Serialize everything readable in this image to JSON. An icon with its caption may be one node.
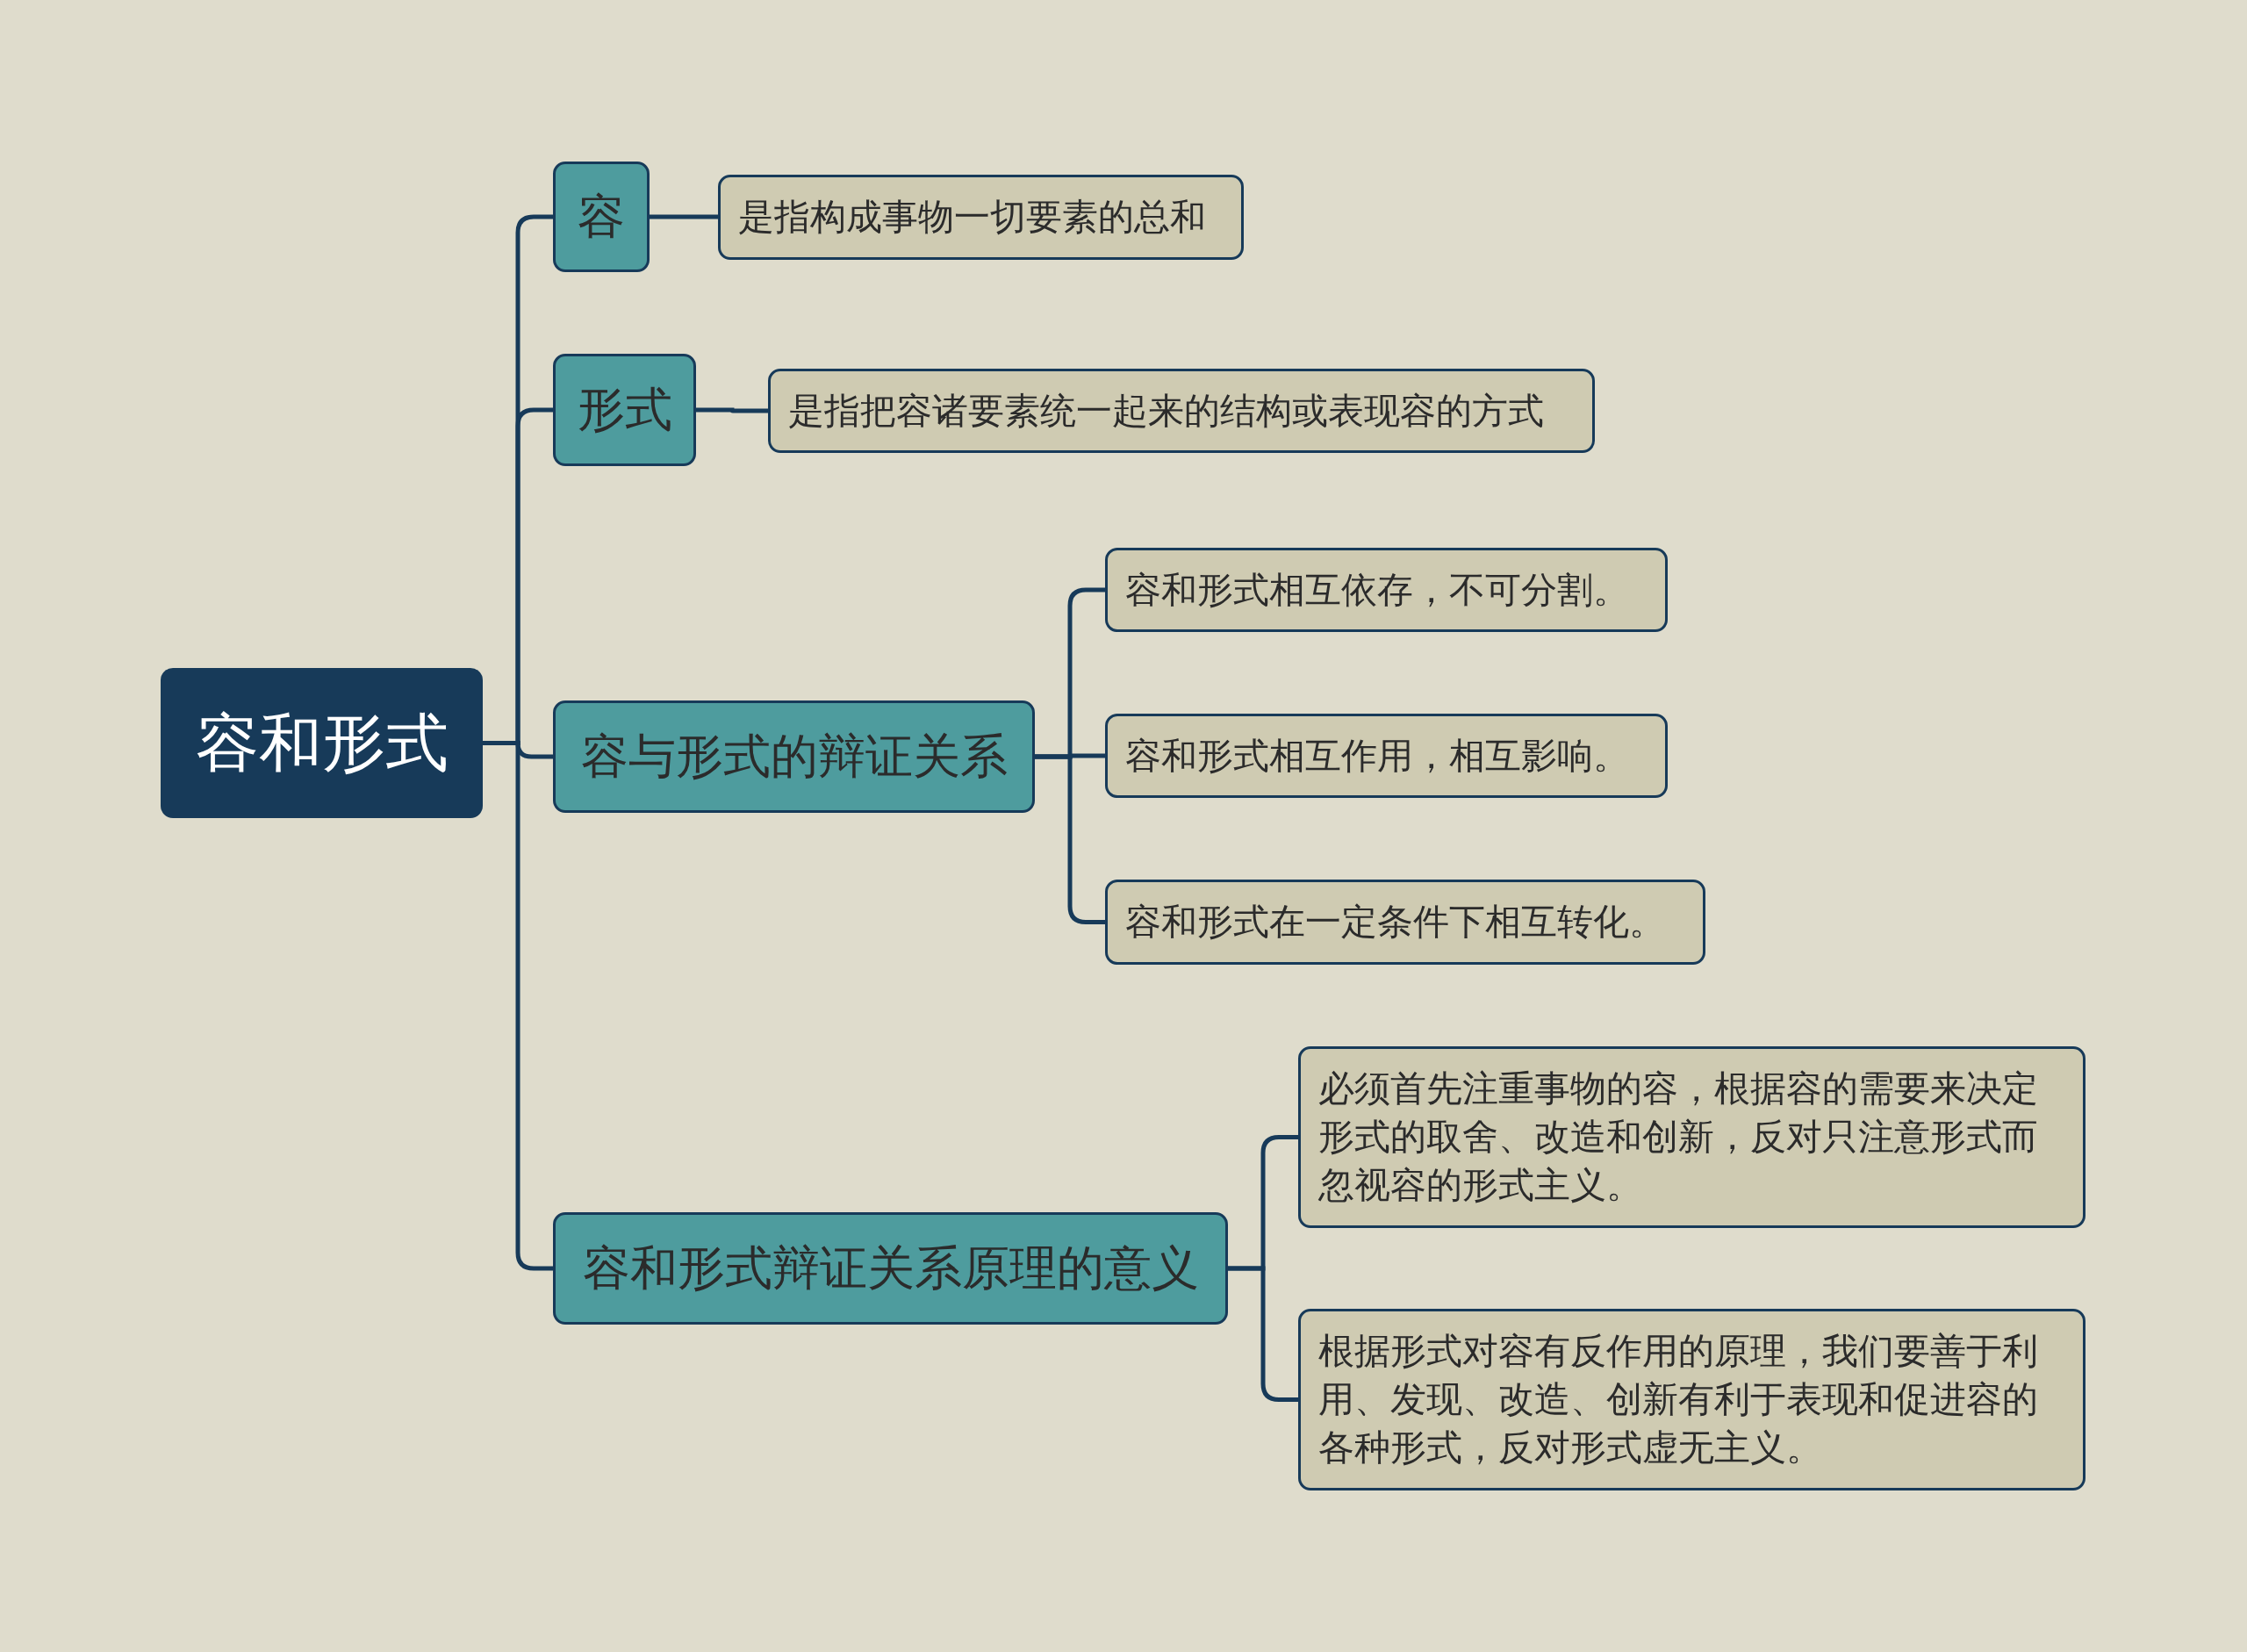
{
  "diagram": {
    "nodes": [
      {
        "text": [
          "容和形式"
        ]
      },
      {
        "text": [
          "容"
        ]
      },
      {
        "text": [
          "是指构成事物一切要素的总和"
        ]
      },
      {
        "text": [
          "形式"
        ]
      },
      {
        "text": [
          "是指把容诸要素统一起来的结构或表现容的方式"
        ]
      },
      {
        "text": [
          "容与形式的辩证关系"
        ]
      },
      {
        "text": [
          "容和形式相互依存，不可分割。"
        ]
      },
      {
        "text": [
          "容和形式相互作用，相互影响。"
        ]
      },
      {
        "text": [
          "容和形式在一定条件下相互转化。"
        ]
      },
      {
        "text": [
          "容和形式辩证关系原理的意义"
        ]
      },
      {
        "text": [
          "必须首先注重事物的容，根据容的需要来决定形式的取舍、改造和创新，反对只注意形式而忽视容的形式主义。"
        ]
      },
      {
        "text": [
          "根据形式对容有反作用的原理，我们要善于利用、发现、改造、创新有利于表现和促进容的各种形式，反对形式虚无主义。"
        ]
      }
    ],
    "edges": [
      {
        "from": 0,
        "to": 1,
        "arrow": "none"
      },
      {
        "from": 1,
        "to": 2,
        "arrow": "none"
      },
      {
        "from": 0,
        "to": 3,
        "arrow": "none"
      },
      {
        "from": 3,
        "to": 4,
        "arrow": "none"
      },
      {
        "from": 0,
        "to": 5,
        "arrow": "none"
      },
      {
        "from": 5,
        "to": 6,
        "arrow": "none"
      },
      {
        "from": 5,
        "to": 7,
        "arrow": "none"
      },
      {
        "from": 5,
        "to": 8,
        "arrow": "none"
      },
      {
        "from": 0,
        "to": 9,
        "arrow": "none"
      },
      {
        "from": 9,
        "to": 10,
        "arrow": "none"
      },
      {
        "from": 9,
        "to": 11,
        "arrow": "none"
      }
    ]
  }
}
